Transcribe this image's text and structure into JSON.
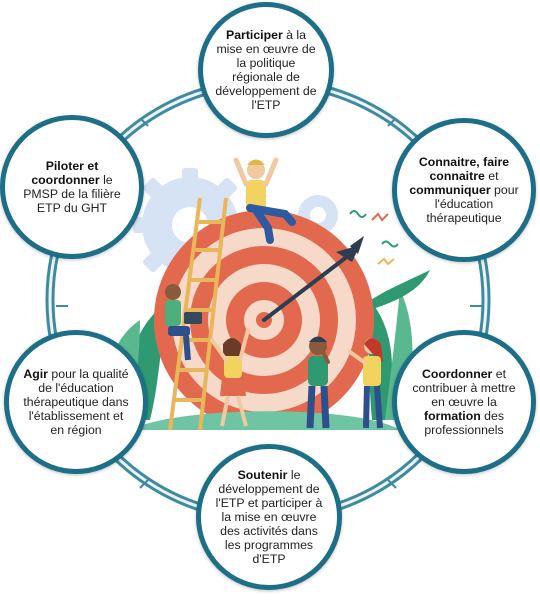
{
  "nodes": [
    {
      "id": "participer",
      "bold": "Participer",
      "rest": " à la mise en œuvre de la politique régionale de développement de l'ETP"
    },
    {
      "id": "piloter",
      "bold": "Piloter et coordonner",
      "rest": " le PMSP de la filière ETP du GHT"
    },
    {
      "id": "connaitre",
      "bold": "Connaitre, faire connaitre",
      "mid": " et ",
      "bold2": "communiquer",
      "rest": " pour l'éducation thérapeutique"
    },
    {
      "id": "agir",
      "bold": "Agir",
      "rest": " pour la qualité de l'éducation thérapeutique dans l'établissement et en région"
    },
    {
      "id": "coordonner",
      "bold": "Coordonner",
      "mid": " et contribuer à mettre en œuvre la ",
      "bold2": "formation",
      "rest": " des professionnels"
    },
    {
      "id": "soutenir",
      "bold": "Soutenir",
      "rest": " le développement de l'ETP et participer à la mise en œuvre des activités dans les programmes d'ETP"
    }
  ],
  "colors": {
    "ring": "#1c6f86",
    "outer_ring": "#3f8aa0",
    "target_red": "#e2694e",
    "target_light": "#f7d9c9",
    "gear": "#d6e3f4",
    "leaf": "#2f9a72",
    "ground": "#6fc4a4"
  },
  "illustration": {
    "target-icon": "archery target with arrow in bullseye",
    "people": [
      "person-on-ladder-with-laptop",
      "person-sitting-on-target",
      "woman-cheering",
      "man-thinking",
      "woman-pointing"
    ]
  }
}
